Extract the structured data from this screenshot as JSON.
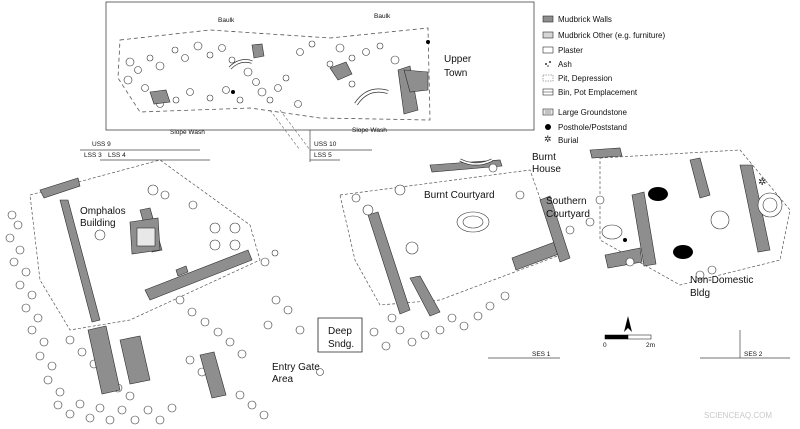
{
  "title": "",
  "colors": {
    "wall": "#8e8e8e",
    "stroke": "#2b2b2b",
    "plaster": "#ffffff",
    "posthole": "#000000"
  },
  "legend": [
    {
      "icon": "mudbrick-walls-swatch",
      "label": "Mudbrick Walls"
    },
    {
      "icon": "mudbrick-other-swatch",
      "label": "Mudbrick Other (e.g. furniture)"
    },
    {
      "icon": "plaster-swatch",
      "label": "Plaster"
    },
    {
      "icon": "ash-swatch",
      "label": "Ash"
    },
    {
      "icon": "pit-swatch",
      "label": "Pit, Depression"
    },
    {
      "icon": "bin-swatch",
      "label": "Bin, Pot Emplacement"
    },
    {
      "icon": "groundstone-swatch",
      "label": "Large Groundstone"
    },
    {
      "icon": "posthole-swatch",
      "label": "Posthole/Poststand"
    },
    {
      "icon": "burial-swatch",
      "label": "Burial"
    }
  ],
  "areas": {
    "upper_town_1": "Upper",
    "upper_town_2": "Town",
    "baulk_1": "Baulk",
    "baulk_2": "Baulk",
    "slope_wash_1": "Slope Wash",
    "slope_wash_2": "Slope Wash",
    "omphalos_1": "Omphalos",
    "omphalos_2": "Building",
    "burnt_courtyard": "Burnt Courtyard",
    "burnt_house_1": "Burnt",
    "burnt_house_2": "House",
    "southern_courtyard_1": "Southern",
    "southern_courtyard_2": "Courtyard",
    "non_domestic_1": "Non-Domestic",
    "non_domestic_2": "Bldg",
    "deep_sndg_1": "Deep",
    "deep_sndg_2": "Sndg.",
    "entry_gate_1": "Entry Gate",
    "entry_gate_2": "Area"
  },
  "sections": {
    "uss9": "USS 9",
    "lss3": "LSS 3",
    "lss4": "LSS 4",
    "uss10": "USS 10",
    "lss5": "LSS 5",
    "ses1": "SES 1",
    "ses2": "SES 2"
  },
  "scale_bar": {
    "start": "0",
    "end": "2m",
    "north": "N"
  },
  "watermark": "SCIENCEAQ.COM"
}
